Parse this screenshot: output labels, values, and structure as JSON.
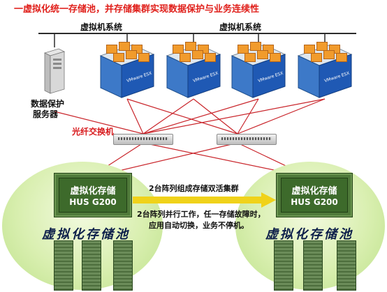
{
  "title": "一虚拟化统一存储池，并存储集群实现数据保护与业务连续性",
  "vm_system_left": "虚拟机系统",
  "vm_system_right": "虚拟机系统",
  "data_protect_server": [
    "数据保护",
    "服务器"
  ],
  "fiber_switch": "光纤交换机",
  "storage_title": "虚拟化存储",
  "storage_model": "HUS G200",
  "cluster_text": "2台阵列组成存储双活集群",
  "parallel_text": [
    "2台阵列并行工作，任一存储故障时，",
    "应用自动切换，业务不停机。"
  ],
  "pool_label": "虚拟化存储池",
  "colors": {
    "title_red": "#e0201b",
    "ellipse_green": "#d9efb0",
    "storage_green": "#4f7a3a",
    "arrow_yellow": "#f0d21a",
    "server_blue": "#1f59b4"
  }
}
